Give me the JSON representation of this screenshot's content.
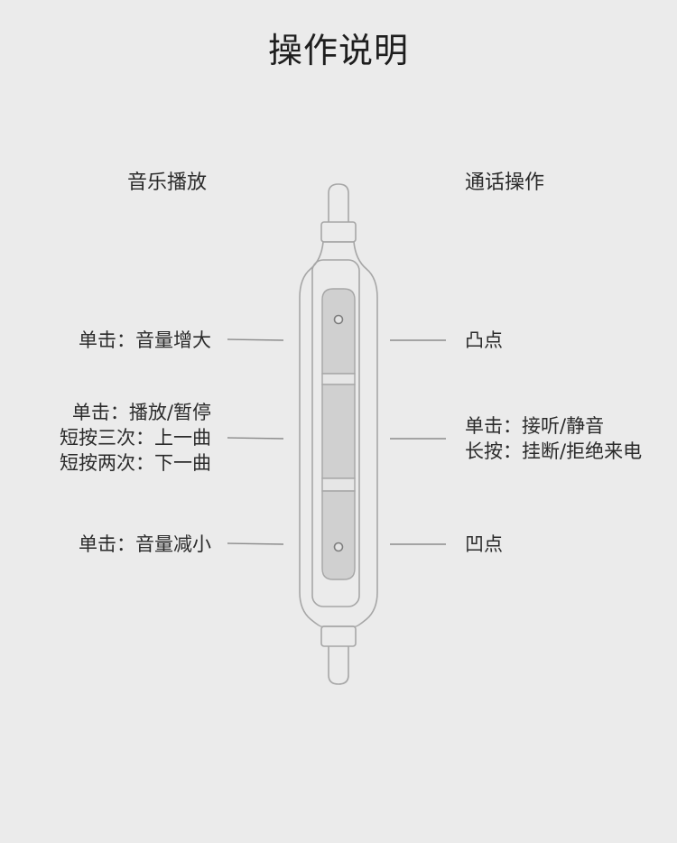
{
  "title": "操作说明",
  "left_heading": "音乐播放",
  "right_heading": "通话操作",
  "left_labels": {
    "top": "单击：音量增大",
    "middle": [
      "单击：播放/暂停",
      "短按三次：上一曲",
      "短按两次：下一曲"
    ],
    "bottom": "单击：音量减小"
  },
  "right_labels": {
    "top": "凸点",
    "middle": [
      "单击：接听/静音",
      "长按：挂断/拒绝来电"
    ],
    "bottom": "凹点"
  },
  "colors": {
    "background": "#ebebeb",
    "outline": "#a6a6a6",
    "button_fill": "#d0d0d0",
    "leader_line": "#8c8c8c",
    "text": "#2b2b2b"
  }
}
